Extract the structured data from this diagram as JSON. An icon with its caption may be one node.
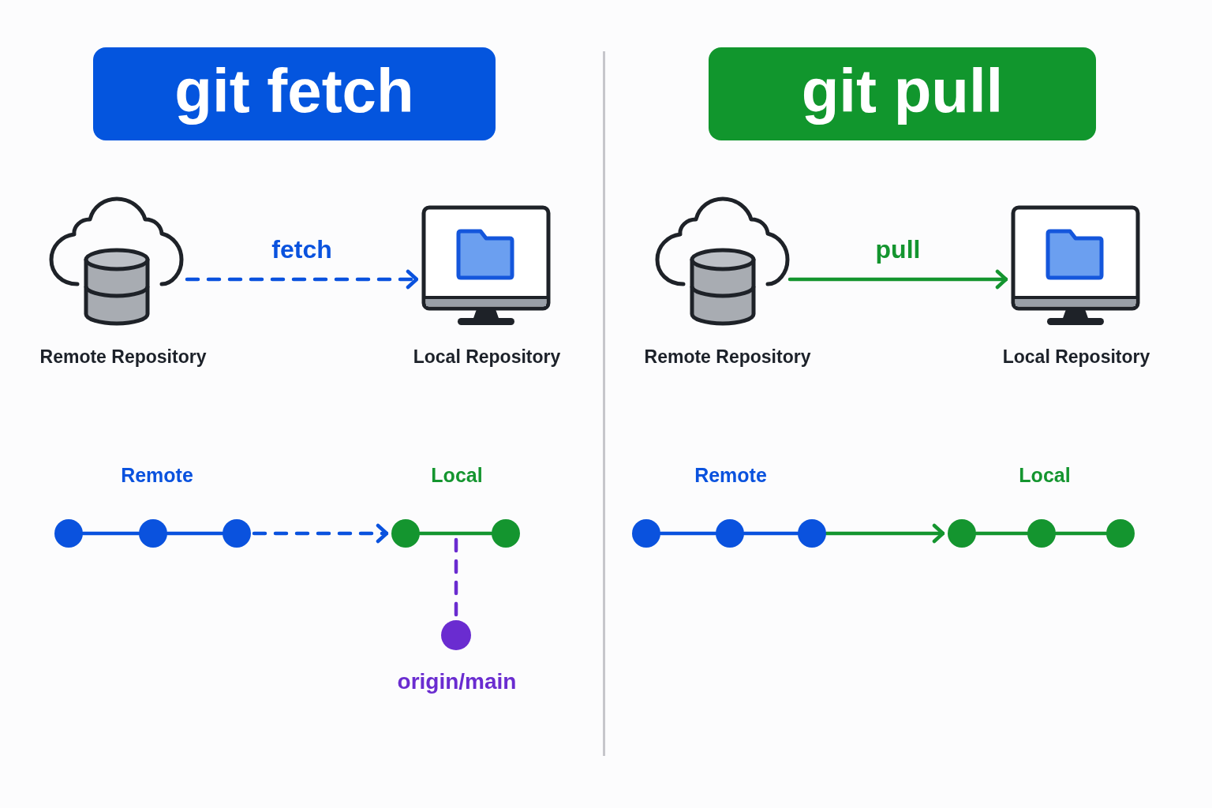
{
  "diagram": {
    "nodes": [
      {
        "text": [
          "git fetch"
        ]
      },
      {
        "text": [],
        "shape": "picture",
        "beside": [
          "Remote Repository"
        ]
      },
      {
        "text": [],
        "shape": "picture",
        "beside": [
          "Local Repository"
        ]
      },
      {
        "text": [],
        "shape": "circle"
      },
      {
        "text": [],
        "shape": "circle"
      },
      {
        "text": [],
        "shape": "circle"
      },
      {
        "text": [],
        "shape": "circle"
      },
      {
        "text": [],
        "shape": "circle"
      },
      {
        "text": [],
        "shape": "circle",
        "beside": [
          "origin/main"
        ]
      },
      {
        "text": [
          "git pull"
        ]
      },
      {
        "text": [],
        "shape": "picture",
        "beside": [
          "Remote Repository"
        ]
      },
      {
        "text": [],
        "shape": "picture",
        "beside": [
          "Local Repository"
        ]
      },
      {
        "text": [],
        "shape": "circle"
      },
      {
        "text": [],
        "shape": "circle"
      },
      {
        "text": [],
        "shape": "circle"
      },
      {
        "text": [],
        "shape": "circle"
      },
      {
        "text": [],
        "shape": "circle"
      },
      {
        "text": [],
        "shape": "circle"
      }
    ],
    "edges": [
      {
        "from": 1,
        "to": 2,
        "arrow": "to",
        "label": "fetch",
        "style": "dashed"
      },
      {
        "from": 3,
        "to": 4,
        "arrow": "none"
      },
      {
        "from": 4,
        "to": 5,
        "arrow": "none"
      },
      {
        "from": 5,
        "to": 6,
        "arrow": "to",
        "style": "dashed"
      },
      {
        "from": 6,
        "to": 7,
        "arrow": "none",
        "color": "#14952f"
      },
      {
        "from": null,
        "to": 8,
        "arrow": "none",
        "style": "dashed",
        "color": "#6a2cd0"
      },
      {
        "from": 10,
        "to": 11,
        "arrow": "to",
        "label": "pull",
        "color": "#14952f"
      },
      {
        "from": 12,
        "to": 13,
        "arrow": "none"
      },
      {
        "from": 13,
        "to": 14,
        "arrow": "none"
      },
      {
        "from": 14,
        "to": 15,
        "arrow": "to",
        "color": "#14952f"
      },
      {
        "from": 15,
        "to": 16,
        "arrow": "none",
        "color": "#14952f"
      },
      {
        "from": 16,
        "to": 17,
        "arrow": "none",
        "color": "#14952f"
      }
    ],
    "labels": [
      "Remote",
      "Local",
      "Remote",
      "Local"
    ]
  }
}
